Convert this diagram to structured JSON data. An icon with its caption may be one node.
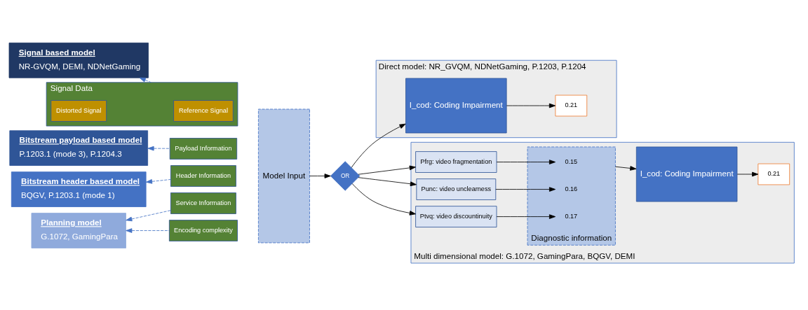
{
  "diagram": {
    "nodes": [
      {
        "text": [
          "Signal based model",
          "NR-GVQM, DEMI, NDNetGaming"
        ]
      },
      {
        "text": [
          "Bitstream payload based model",
          "P.1203.1 (mode 3), P.1204.3"
        ]
      },
      {
        "text": [
          "Bitstream header based model",
          "BQGV, P.1203.1 (mode 1)"
        ]
      },
      {
        "text": [
          "Planning model",
          "G.1072, GamingPara"
        ]
      },
      {
        "text": [
          "Signal Data"
        ]
      },
      {
        "text": [
          "Reference Signal"
        ],
        "in": 4
      },
      {
        "text": [
          "Distorted Signal"
        ],
        "in": 4
      },
      {
        "text": [
          "Payload Information"
        ]
      },
      {
        "text": [
          "Header Information"
        ]
      },
      {
        "text": [
          "Service Information"
        ]
      },
      {
        "text": [
          "Encoding complexity"
        ]
      },
      {
        "text": [
          "Model Input"
        ]
      },
      {
        "text": [
          "OR"
        ]
      },
      {
        "text": [
          "Direct model: NR_GVQM, NDNetGaming, P.1203, P.1204"
        ]
      },
      {
        "text": [
          "I_cod: Coding Impairment"
        ],
        "in": 13
      },
      {
        "text": [
          "0.21"
        ],
        "in": 13
      },
      {
        "text": [
          "Multi dimensional model: G.1072, GamingPara, BQGV, DEMI"
        ]
      },
      {
        "text": [
          "Pfrg: video fragmentation"
        ],
        "in": 16
      },
      {
        "text": [
          "Punc: video unclearness"
        ],
        "in": 16
      },
      {
        "text": [
          "Ptvq: video discountinuity"
        ],
        "in": 16
      },
      {
        "text": [
          "Diagnostic information"
        ],
        "in": 16
      },
      {
        "text": [
          "0.15"
        ],
        "in": 20
      },
      {
        "text": [
          "0.16"
        ],
        "in": 20
      },
      {
        "text": [
          "0.17"
        ],
        "in": 20
      },
      {
        "text": [
          "I_cod: Coding Impairment"
        ],
        "in": 16
      },
      {
        "text": [
          "0.21"
        ],
        "in": 16
      }
    ],
    "edges": [
      {
        "from": 4,
        "to": 0,
        "arrow": "to",
        "style": "dashed",
        "color": "#4472c4"
      },
      {
        "from": 7,
        "to": 1,
        "arrow": "to",
        "style": "dashed",
        "color": "#4472c4"
      },
      {
        "from": 8,
        "to": 2,
        "arrow": "to",
        "style": "dashed",
        "color": "#4472c4"
      },
      {
        "from": 9,
        "to": 3,
        "arrow": "to",
        "style": "dashed",
        "color": "#4472c4"
      },
      {
        "from": 10,
        "to": 3,
        "arrow": "to",
        "style": "dashed",
        "color": "#4472c4"
      },
      {
        "from": 11,
        "to": 12,
        "arrow": "to"
      },
      {
        "from": 12,
        "to": 14,
        "arrow": "to"
      },
      {
        "from": 14,
        "to": 15,
        "arrow": "to"
      },
      {
        "from": 12,
        "to": 17,
        "arrow": "to"
      },
      {
        "from": 12,
        "to": 18,
        "arrow": "to"
      },
      {
        "from": 12,
        "to": 19,
        "arrow": "to"
      },
      {
        "from": 17,
        "to": 21,
        "arrow": "to"
      },
      {
        "from": 18,
        "to": 22,
        "arrow": "to"
      },
      {
        "from": 19,
        "to": 23,
        "arrow": "to"
      },
      {
        "from": 20,
        "to": 24,
        "arrow": "to"
      },
      {
        "from": 24,
        "to": 25,
        "arrow": "to"
      }
    ]
  }
}
